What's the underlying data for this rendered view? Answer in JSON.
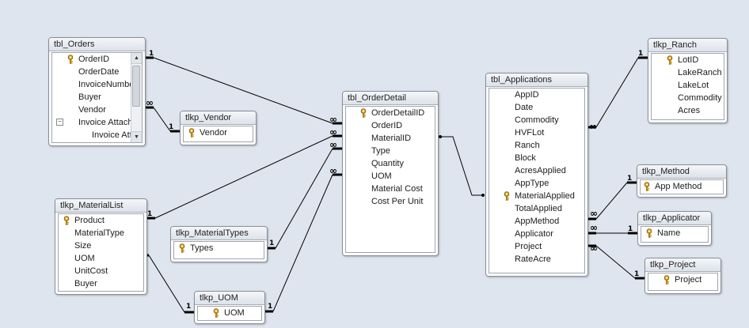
{
  "tables": {
    "orders": {
      "title": "tbl_Orders",
      "fields": [
        {
          "name": "OrderID",
          "key": true
        },
        {
          "name": "OrderDate"
        },
        {
          "name": "InvoiceNumber"
        },
        {
          "name": "Buyer"
        },
        {
          "name": "Vendor"
        },
        {
          "name": "Invoice Attachment"
        },
        {
          "name": "Invoice Attachment"
        }
      ]
    },
    "vendor": {
      "title": "tlkp_Vendor",
      "fields": [
        {
          "name": "Vendor",
          "key": true
        }
      ]
    },
    "materiallist": {
      "title": "tlkp_MaterialList",
      "fields": [
        {
          "name": "Product",
          "key": true
        },
        {
          "name": "MaterialType"
        },
        {
          "name": "Size"
        },
        {
          "name": "UOM"
        },
        {
          "name": "UnitCost"
        },
        {
          "name": "Buyer"
        }
      ]
    },
    "materialtypes": {
      "title": "tlkp_MaterialTypes",
      "fields": [
        {
          "name": "Types",
          "key": true
        }
      ]
    },
    "uom": {
      "title": "tlkp_UOM",
      "fields": [
        {
          "name": "UOM",
          "key": true
        }
      ]
    },
    "orderdetail": {
      "title": "tbl_OrderDetail",
      "fields": [
        {
          "name": "OrderDetailID",
          "key": true
        },
        {
          "name": "OrderID"
        },
        {
          "name": "MaterialID"
        },
        {
          "name": "Type"
        },
        {
          "name": "Quantity"
        },
        {
          "name": "UOM"
        },
        {
          "name": "Material Cost"
        },
        {
          "name": "Cost Per Unit"
        }
      ]
    },
    "applications": {
      "title": "tbl_Applications",
      "fields": [
        {
          "name": "AppID"
        },
        {
          "name": "Date"
        },
        {
          "name": "Commodity"
        },
        {
          "name": "HVFLot"
        },
        {
          "name": "Ranch"
        },
        {
          "name": "Block"
        },
        {
          "name": "AcresApplied"
        },
        {
          "name": "AppType"
        },
        {
          "name": "MaterialApplied",
          "key": true
        },
        {
          "name": "TotalApplied"
        },
        {
          "name": "AppMethod"
        },
        {
          "name": "Applicator"
        },
        {
          "name": "Project"
        },
        {
          "name": "RateAcre"
        }
      ]
    },
    "ranch": {
      "title": "tlkp_Ranch",
      "fields": [
        {
          "name": "LotID",
          "key": true
        },
        {
          "name": "LakeRanch"
        },
        {
          "name": "LakeLot"
        },
        {
          "name": "Commodity"
        },
        {
          "name": "Acres"
        }
      ]
    },
    "method": {
      "title": "tlkp_Method",
      "fields": [
        {
          "name": "App Method",
          "key": true
        }
      ]
    },
    "applicator": {
      "title": "tlkp_Applicator",
      "fields": [
        {
          "name": "Name",
          "key": true
        }
      ]
    },
    "project": {
      "title": "tlkp_Project",
      "fields": [
        {
          "name": "Project",
          "key": true
        }
      ]
    }
  },
  "cardinality": {
    "one": "1",
    "many": "∞"
  },
  "colors": {
    "background": "#dfe5ee",
    "key": "#d6a01a",
    "line": "#000000"
  }
}
